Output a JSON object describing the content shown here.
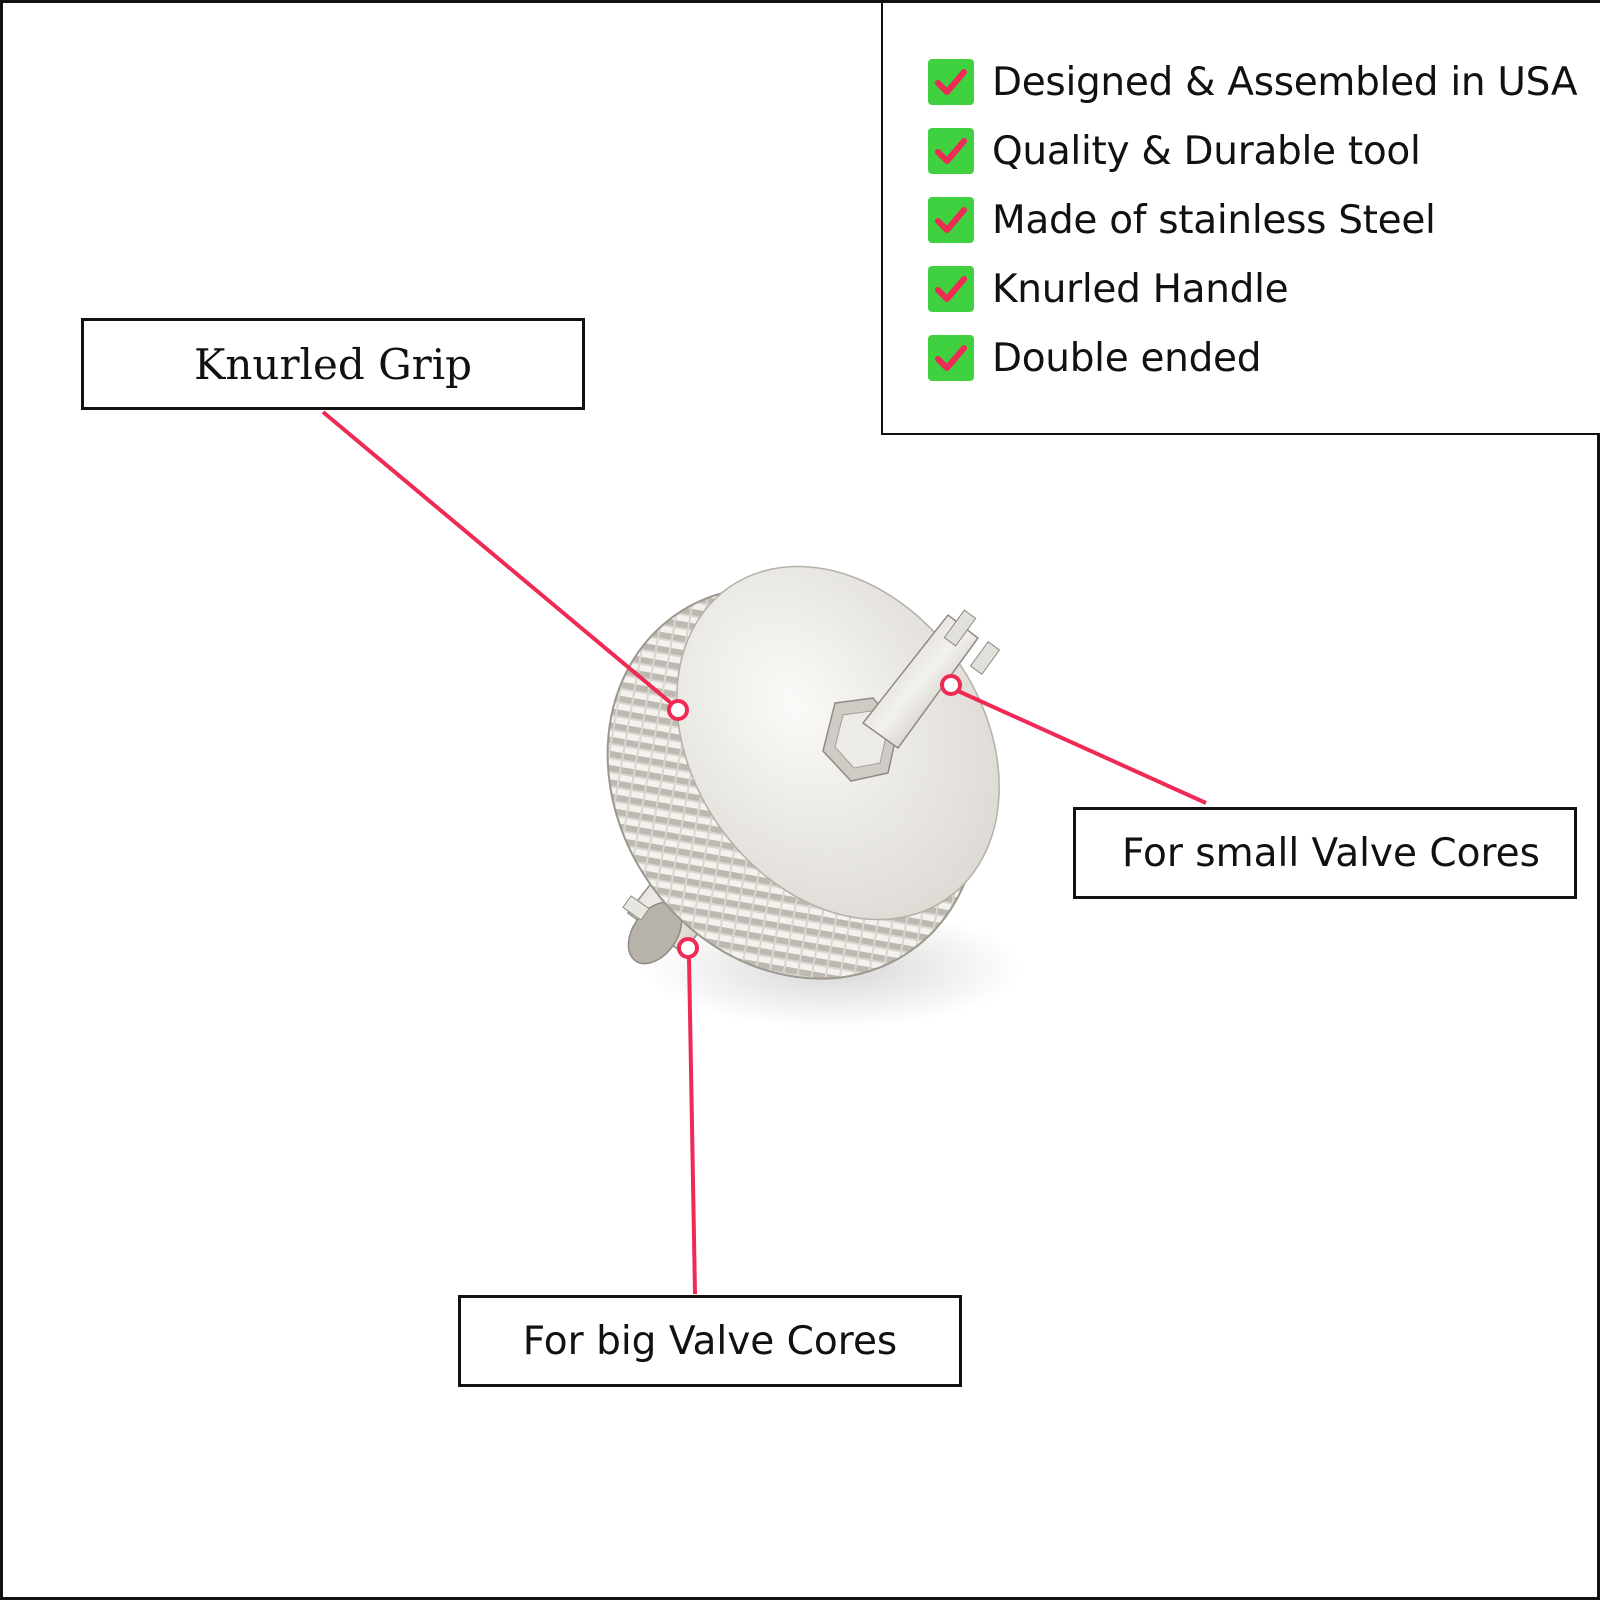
{
  "features": {
    "items": [
      "Designed & Assembled in USA",
      "Quality & Durable tool",
      "Made of stainless Steel",
      "Knurled Handle",
      "Double ended"
    ]
  },
  "callouts": {
    "knurled_grip": "Knurled Grip",
    "small_cores": "For small Valve Cores",
    "big_cores": "For big Valve Cores"
  },
  "colors": {
    "check_bg": "#3fd13f",
    "check_mark": "#ee2a55",
    "leader_line": "#ee2a55",
    "border": "#111111"
  },
  "icons": {
    "check": "checkmark-icon",
    "product": "valve-core-tool"
  }
}
